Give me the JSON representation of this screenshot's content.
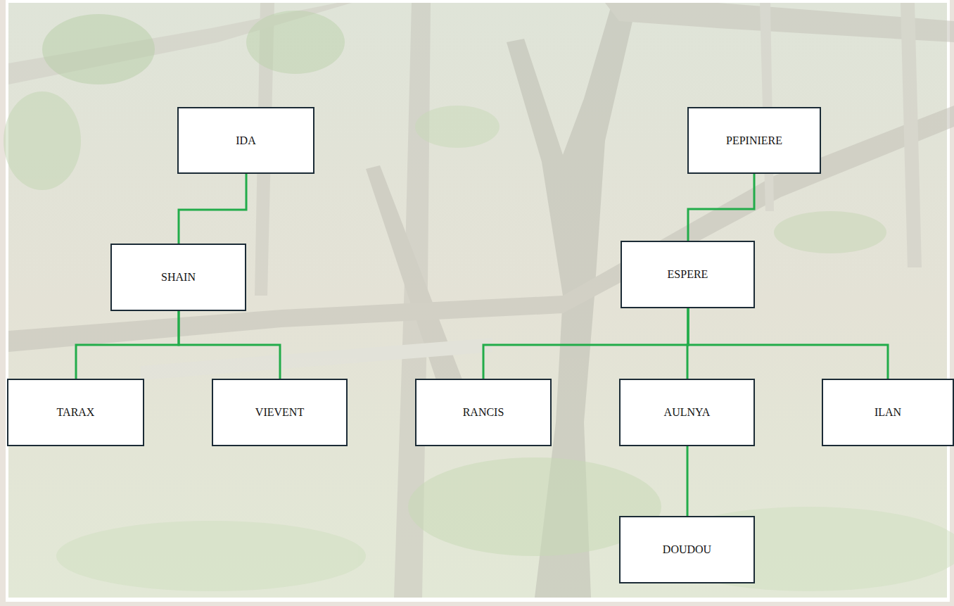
{
  "diagram": {
    "nodes": [
      {
        "text": [
          "IDA"
        ]
      },
      {
        "text": [
          "PEPINIERE"
        ]
      },
      {
        "text": [
          "SHAIN"
        ]
      },
      {
        "text": [
          "ESPERE"
        ]
      },
      {
        "text": [
          "TARAX"
        ]
      },
      {
        "text": [
          "VIEVENT"
        ]
      },
      {
        "text": [
          "RANCIS"
        ]
      },
      {
        "text": [
          "AULNYA"
        ]
      },
      {
        "text": [
          "ILAN"
        ]
      },
      {
        "text": [
          "DOUDOU"
        ]
      }
    ],
    "edges": [
      {
        "from": 0,
        "to": 2,
        "arrow": "none"
      },
      {
        "from": 1,
        "to": 3,
        "arrow": "none"
      },
      {
        "from": 2,
        "to": 4,
        "arrow": "none"
      },
      {
        "from": 2,
        "to": 5,
        "arrow": "none"
      },
      {
        "from": 3,
        "to": 6,
        "arrow": "none"
      },
      {
        "from": 3,
        "to": 7,
        "arrow": "none"
      },
      {
        "from": 3,
        "to": 8,
        "arrow": "none"
      },
      {
        "from": 7,
        "to": 9,
        "arrow": "none"
      }
    ]
  }
}
